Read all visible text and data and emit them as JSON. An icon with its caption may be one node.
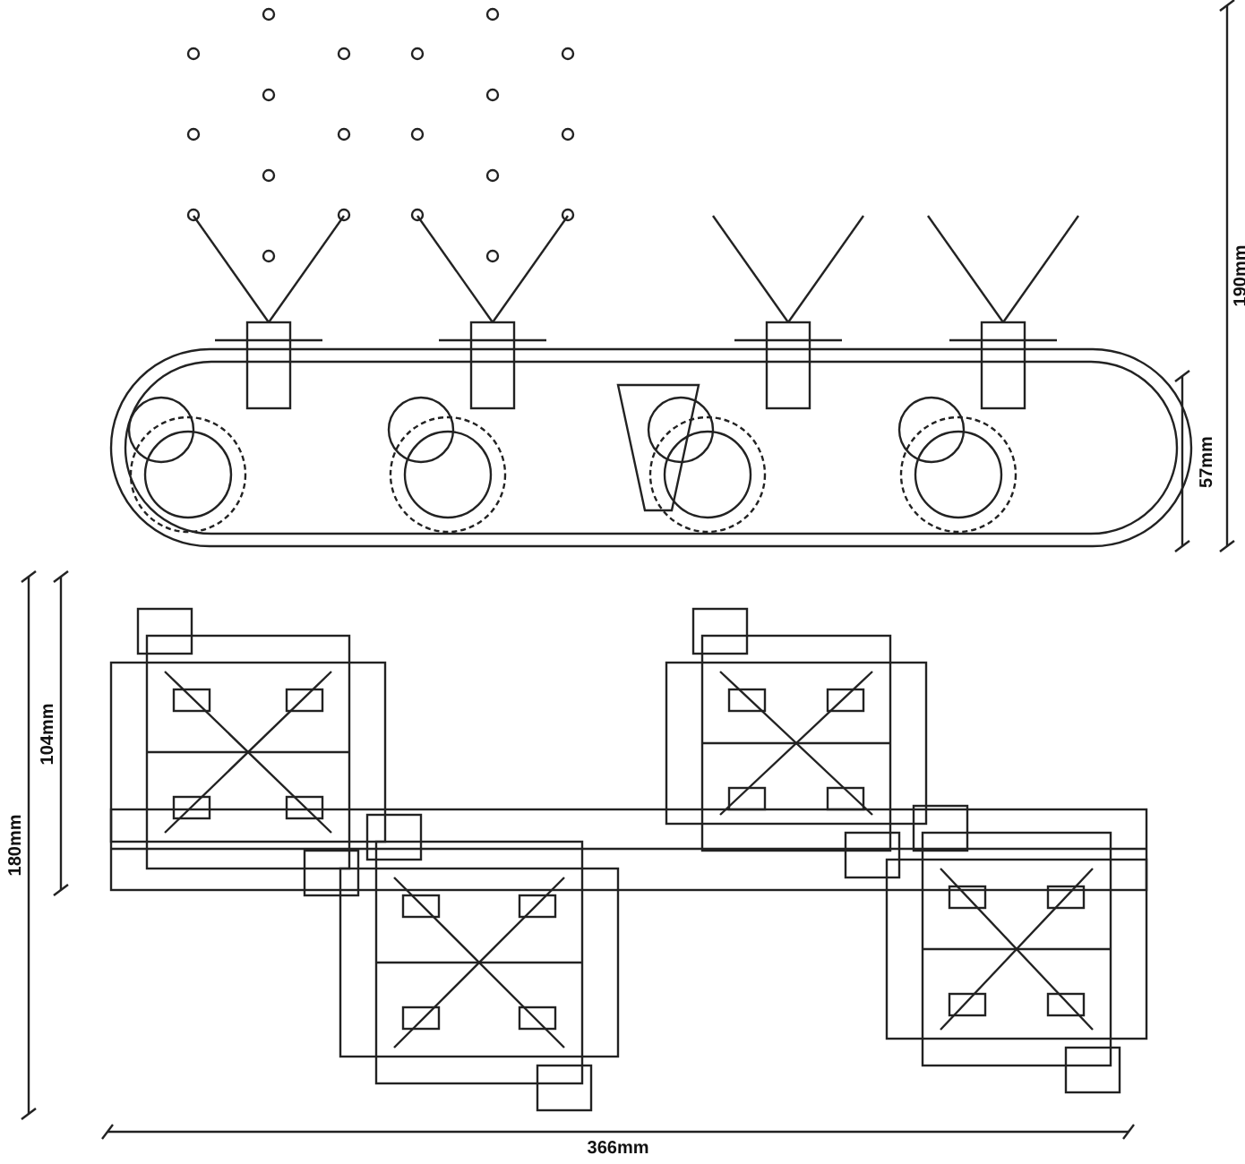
{
  "diagram": {
    "labels": [
      "190mm",
      "57mm",
      "104mm",
      "180mm",
      "366mm"
    ]
  }
}
